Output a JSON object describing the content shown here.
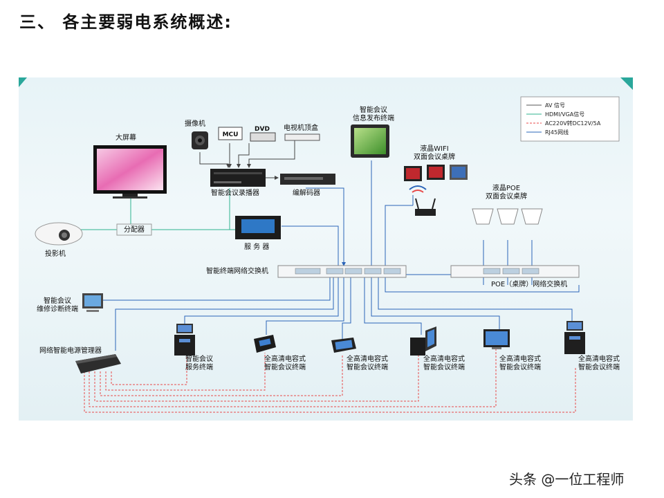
{
  "title": "三、 各主要弱电系统概述:",
  "legend": {
    "items": [
      "AV 信号",
      "HDMI/VGA信号",
      "AC220V转DC12V/5A",
      "RJ45网线"
    ],
    "colors": [
      "#555555",
      "#2db38e",
      "#e84a4a",
      "#2a64b8"
    ]
  },
  "devices": {
    "big_screen": "大屏幕",
    "camera": "摄像机",
    "mcu": "MCU",
    "dvd": "DVD",
    "stb": "电视机顶盒",
    "info_terminal": "智能会议\n信息发布终端",
    "recorder": "智能会议录播器",
    "encoder": "编解码器",
    "wifi_nameplate": "液晶WIFI\n双面会议桌牌",
    "poe_nameplate": "液晶POE\n双面会议桌牌",
    "splitter": "分配器",
    "projector": "投影机",
    "server": "服 务 器",
    "main_switch": "智能终端网络交换机",
    "poe_switch": "POE（桌牌）网络交换机",
    "maint_terminal": "智能会议\n维修诊断终端",
    "power_manager": "网络智能电源管理器",
    "service_terminal": "智能会议\n服务终端",
    "hd_terminal": "全高清电容式\n智能会议终端"
  },
  "watermark": "头条 @一位工程师"
}
